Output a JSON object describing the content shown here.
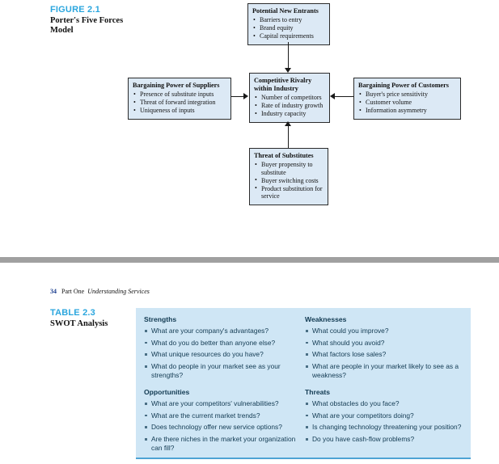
{
  "figure": {
    "number": "FIGURE 2.1",
    "title_line1": "Porter's Five Forces",
    "title_line2": "Model",
    "boxes": {
      "new_entrants": {
        "title": "Potential New Entrants",
        "items": [
          "Barriers to entry",
          "Brand equity",
          "Capital requirements"
        ]
      },
      "suppliers": {
        "title": "Bargaining Power of Suppliers",
        "items": [
          "Presence of substitute inputs",
          "Threat of forward integration",
          "Uniqueness of inputs"
        ]
      },
      "rivalry": {
        "title_line1": "Competitive Rivalry",
        "title_line2": "within Industry",
        "items": [
          "Number of competitors",
          "Rate of industry growth",
          "Industry capacity"
        ]
      },
      "customers": {
        "title": "Bargaining Power of Customers",
        "items": [
          "Buyer's price sensitivity",
          "Customer volume",
          "Information asymmetry"
        ]
      },
      "substitutes": {
        "title": "Threat of Substitutes",
        "items": [
          "Buyer propensity to substitute",
          "Buyer switching costs",
          "Product substitution for service"
        ]
      }
    }
  },
  "running_head": {
    "page_number": "34",
    "part": "Part One",
    "book_title": "Understanding Services"
  },
  "table": {
    "number": "TABLE 2.3",
    "title": "SWOT Analysis",
    "quadrants": [
      {
        "heading": "Strengths",
        "items": [
          "What are your company's advantages?",
          "What do you do better than anyone else?",
          "What unique resources do you have?",
          "What do people in your market see as your strengths?"
        ]
      },
      {
        "heading": "Weaknesses",
        "items": [
          "What could you improve?",
          "What should you avoid?",
          "What factors lose sales?",
          "What are people in your market likely to see as a weakness?"
        ]
      },
      {
        "heading": "Opportunities",
        "items": [
          "What are your competitors' vulnerabilities?",
          "What are the current market trends?",
          "Does technology offer new service options?",
          "Are there niches in the market your organization can fill?"
        ]
      },
      {
        "heading": "Threats",
        "items": [
          "What obstacles do you face?",
          "What are your competitors doing?",
          "Is changing technology threatening your position?",
          "Do you have cash-flow problems?"
        ]
      }
    ]
  },
  "colors": {
    "caption_blue": "#2ba6de",
    "box_fill": "#dce9f5",
    "panel_fill": "#cfe6f5",
    "divider_gray": "#a0a0a0"
  }
}
